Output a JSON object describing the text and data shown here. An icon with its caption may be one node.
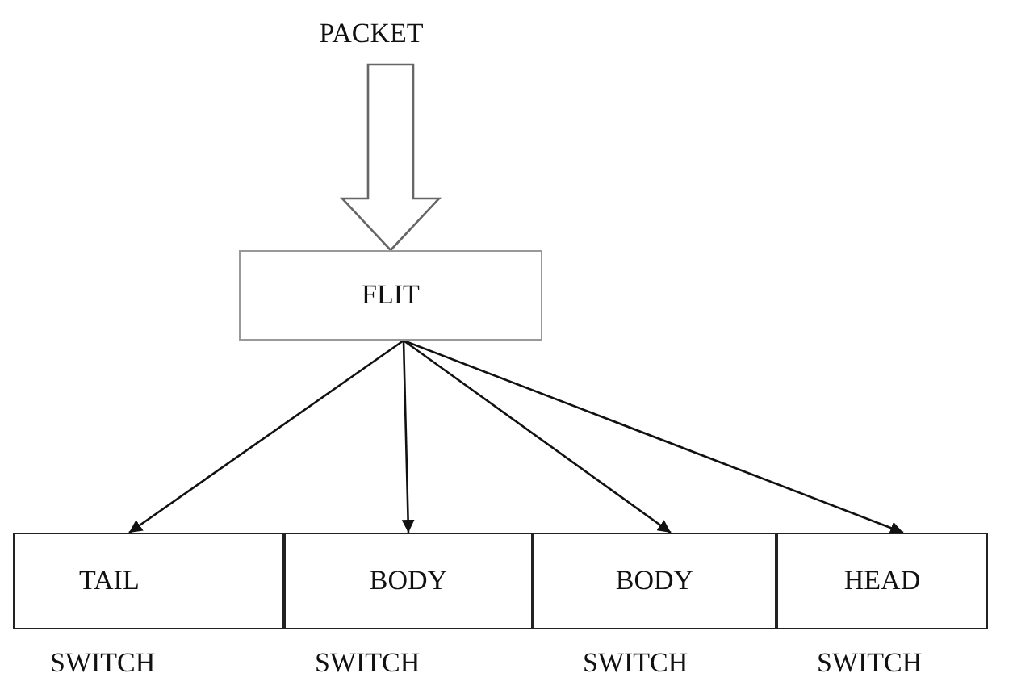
{
  "diagram": {
    "nodes": [
      {
        "text": [
          "PACKET"
        ]
      },
      {
        "text": [
          "FLIT"
        ]
      },
      {
        "text": [
          "TAIL"
        ],
        "beside": [
          "SWITCH"
        ]
      },
      {
        "text": [
          "BODY"
        ],
        "beside": [
          "SWITCH"
        ]
      },
      {
        "text": [
          "BODY"
        ],
        "beside": [
          "SWITCH"
        ]
      },
      {
        "text": [
          "HEAD"
        ],
        "beside": [
          "SWITCH"
        ]
      }
    ],
    "edges": [
      {
        "from": 0,
        "to": 1,
        "arrow": "to",
        "style": "thick"
      },
      {
        "from": 1,
        "to": 2,
        "arrow": "to"
      },
      {
        "from": 1,
        "to": 3,
        "arrow": "to"
      },
      {
        "from": 1,
        "to": 4,
        "arrow": "to"
      },
      {
        "from": 1,
        "to": 5,
        "arrow": "to"
      }
    ]
  }
}
